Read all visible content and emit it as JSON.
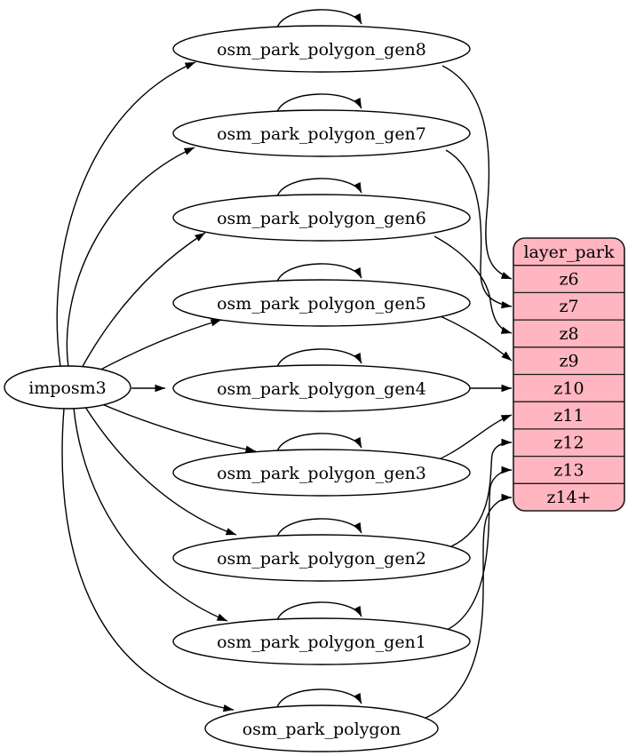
{
  "colors": {
    "table_fill": "#ffb6c1",
    "node_fill": "#ffffff",
    "stroke": "#000000"
  },
  "nodes": [
    {
      "id": "imposm3",
      "label": "imposm3",
      "type": "source",
      "self_loop": false
    },
    {
      "id": "osm_park_polygon_gen8",
      "label": "osm_park_polygon_gen8",
      "type": "table",
      "self_loop": true
    },
    {
      "id": "osm_park_polygon_gen7",
      "label": "osm_park_polygon_gen7",
      "type": "table",
      "self_loop": true
    },
    {
      "id": "osm_park_polygon_gen6",
      "label": "osm_park_polygon_gen6",
      "type": "table",
      "self_loop": true
    },
    {
      "id": "osm_park_polygon_gen5",
      "label": "osm_park_polygon_gen5",
      "type": "table",
      "self_loop": true
    },
    {
      "id": "osm_park_polygon_gen4",
      "label": "osm_park_polygon_gen4",
      "type": "table",
      "self_loop": true
    },
    {
      "id": "osm_park_polygon_gen3",
      "label": "osm_park_polygon_gen3",
      "type": "table",
      "self_loop": true
    },
    {
      "id": "osm_park_polygon_gen2",
      "label": "osm_park_polygon_gen2",
      "type": "table",
      "self_loop": true
    },
    {
      "id": "osm_park_polygon_gen1",
      "label": "osm_park_polygon_gen1",
      "type": "table",
      "self_loop": true
    },
    {
      "id": "osm_park_polygon",
      "label": "osm_park_polygon",
      "type": "table",
      "self_loop": true
    }
  ],
  "layer_table": {
    "title": "layer_park",
    "rows": [
      "z6",
      "z7",
      "z8",
      "z9",
      "z10",
      "z11",
      "z12",
      "z13",
      "z14+"
    ]
  },
  "edges": [
    {
      "from": "imposm3",
      "to": "osm_park_polygon_gen8"
    },
    {
      "from": "imposm3",
      "to": "osm_park_polygon_gen7"
    },
    {
      "from": "imposm3",
      "to": "osm_park_polygon_gen6"
    },
    {
      "from": "imposm3",
      "to": "osm_park_polygon_gen5"
    },
    {
      "from": "imposm3",
      "to": "osm_park_polygon_gen4"
    },
    {
      "from": "imposm3",
      "to": "osm_park_polygon_gen3"
    },
    {
      "from": "imposm3",
      "to": "osm_park_polygon_gen2"
    },
    {
      "from": "imposm3",
      "to": "osm_park_polygon_gen1"
    },
    {
      "from": "imposm3",
      "to": "osm_park_polygon"
    },
    {
      "from": "osm_park_polygon_gen8",
      "to": "osm_park_polygon_gen8"
    },
    {
      "from": "osm_park_polygon_gen7",
      "to": "osm_park_polygon_gen7"
    },
    {
      "from": "osm_park_polygon_gen6",
      "to": "osm_park_polygon_gen6"
    },
    {
      "from": "osm_park_polygon_gen5",
      "to": "osm_park_polygon_gen5"
    },
    {
      "from": "osm_park_polygon_gen4",
      "to": "osm_park_polygon_gen4"
    },
    {
      "from": "osm_park_polygon_gen3",
      "to": "osm_park_polygon_gen3"
    },
    {
      "from": "osm_park_polygon_gen2",
      "to": "osm_park_polygon_gen2"
    },
    {
      "from": "osm_park_polygon_gen1",
      "to": "osm_park_polygon_gen1"
    },
    {
      "from": "osm_park_polygon",
      "to": "osm_park_polygon"
    },
    {
      "from": "osm_park_polygon_gen8",
      "to": "layer_park:z6"
    },
    {
      "from": "osm_park_polygon_gen7",
      "to": "layer_park:z7"
    },
    {
      "from": "osm_park_polygon_gen6",
      "to": "layer_park:z8"
    },
    {
      "from": "osm_park_polygon_gen5",
      "to": "layer_park:z9"
    },
    {
      "from": "osm_park_polygon_gen4",
      "to": "layer_park:z10"
    },
    {
      "from": "osm_park_polygon_gen3",
      "to": "layer_park:z11"
    },
    {
      "from": "osm_park_polygon_gen2",
      "to": "layer_park:z12"
    },
    {
      "from": "osm_park_polygon_gen1",
      "to": "layer_park:z13"
    },
    {
      "from": "osm_park_polygon",
      "to": "layer_park:z14+"
    }
  ]
}
